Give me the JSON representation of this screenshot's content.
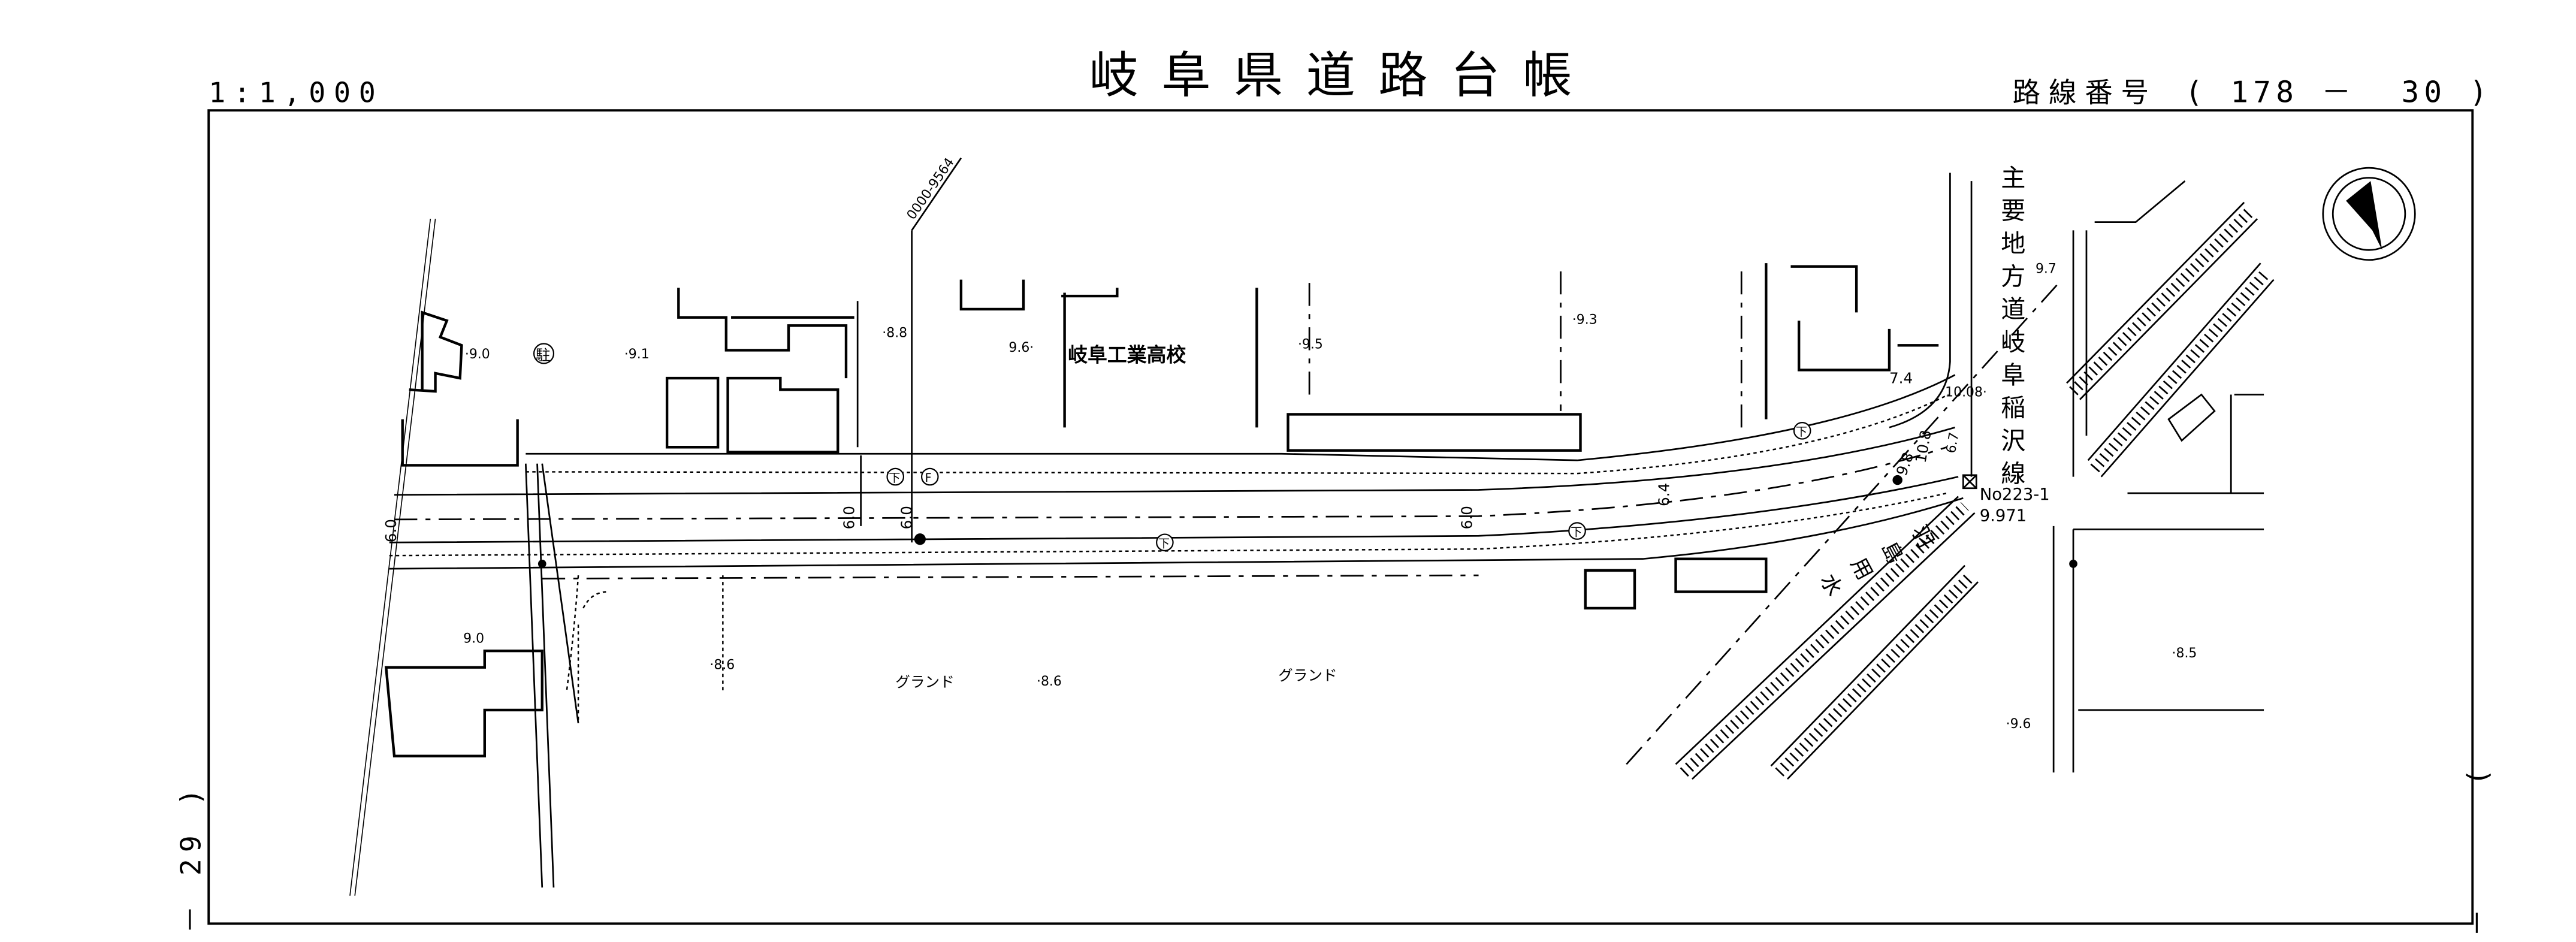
{
  "header": {
    "title": "岐阜県道路台帳",
    "scale": "1:1,000",
    "route_number_label": "路線番号",
    "route_number": "( 178 －  30 )"
  },
  "margins": {
    "left_sheet_ref": "－ 29 )",
    "right_sheet_ref_open": "(",
    "right_sheet_ref_dash": "－"
  },
  "map": {
    "school_name": "岐阜工業高校",
    "road_name": "主要地方道岐阜稲沢線",
    "canal_name": "羽島用水",
    "benchmark_code": "0000-9564",
    "station_no": "No223-1",
    "station_elevation": "9.971",
    "parking_symbol": "駐",
    "ground_label": "グランド",
    "elevations": [
      "·9.0",
      "·9.1",
      "·8.8",
      "9.6·",
      "·9.5",
      "·9.3",
      "9.0",
      "·8.6",
      "·8.6",
      "9.7",
      "10.08·",
      "·8.5",
      "·9.6",
      "7.4"
    ],
    "road_widths": [
      "6.0",
      "6.0",
      "6.0",
      "6.0",
      "6.4",
      "9.8",
      "10.8",
      "6.7"
    ],
    "markers": [
      "下",
      "F",
      "下",
      "下",
      "下"
    ],
    "north_arrow": "compass-north-arrow"
  }
}
